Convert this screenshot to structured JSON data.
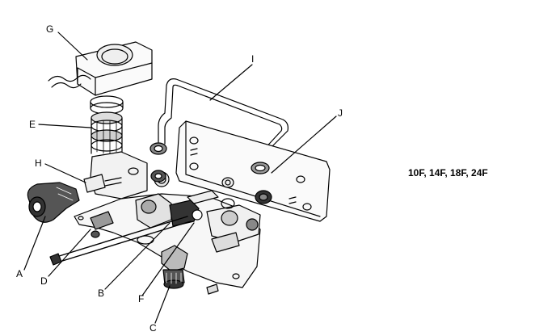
{
  "callouts": {
    "g": "G",
    "i": "I",
    "e": "E",
    "j": "J",
    "h": "H",
    "a": "A",
    "d": "D",
    "b": "B",
    "f": "F",
    "c": "C"
  },
  "models_label": "10F, 14F, 18F, 24F"
}
